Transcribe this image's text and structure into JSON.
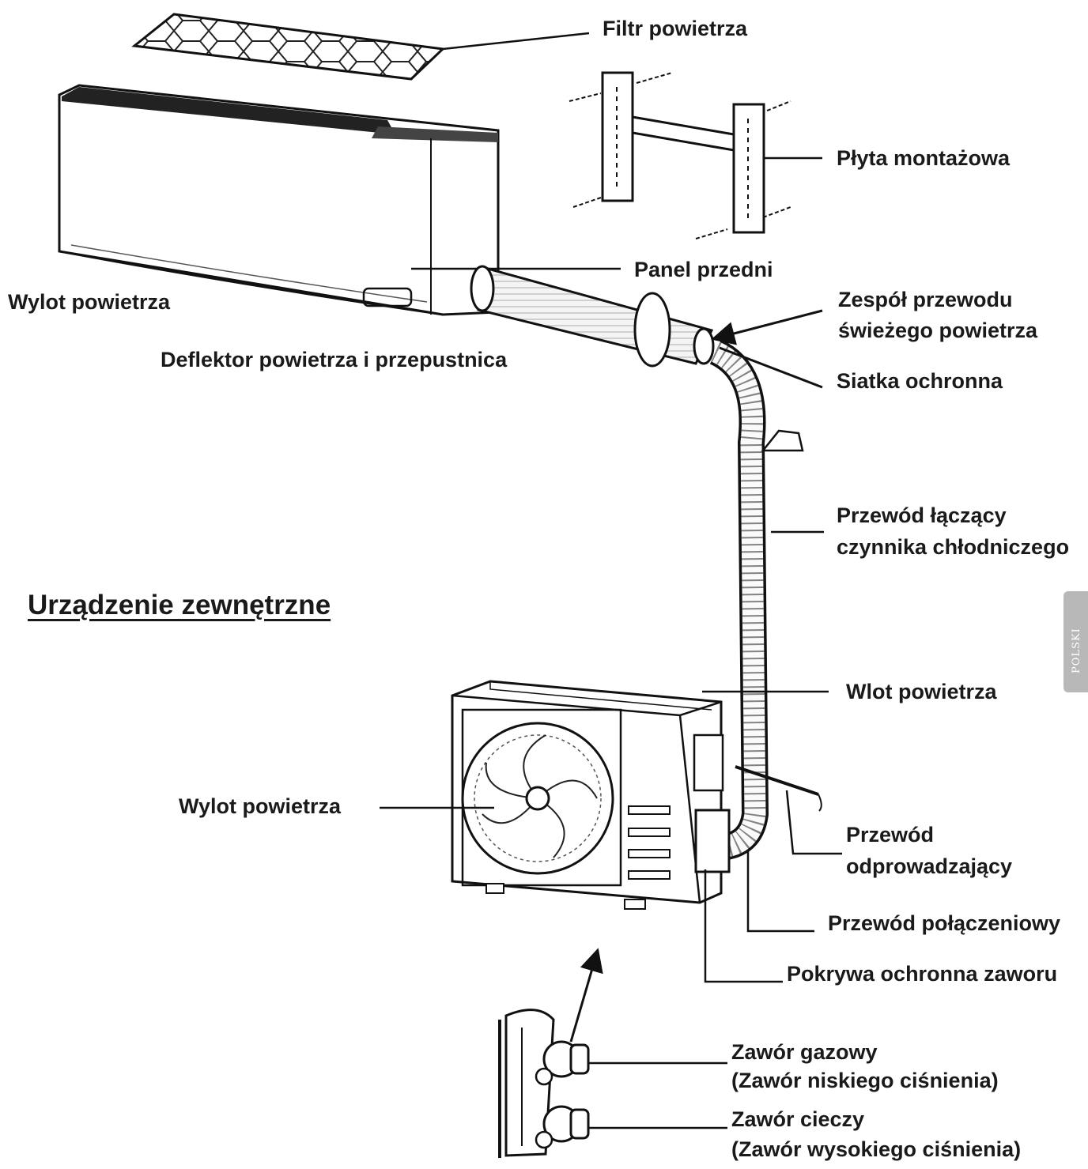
{
  "heading": "Urządzenie zewnętrzne",
  "labels": {
    "air_filter": "Filtr powietrza",
    "mounting_plate": "Płyta montażowa",
    "front_panel": "Panel przedni",
    "indoor_air_outlet": "Wylot powietrza",
    "fresh_air_assembly_line1": "Zespół przewodu",
    "fresh_air_assembly_line2": "świeżego powietrza",
    "air_deflector": "Deflektor powietrza i przepustnica",
    "protective_mesh": "Siatka ochronna",
    "refrigerant_pipe_line1": "Przewód łączący",
    "refrigerant_pipe_line2": "czynnika chłodniczego",
    "air_inlet": "Wlot powietrza",
    "outdoor_air_outlet": "Wylot powietrza",
    "drain_hose_line1": "Przewód",
    "drain_hose_line2": "odprowadzający",
    "connecting_cable": "Przewód połączeniowy",
    "valve_cover": "Pokrywa ochronna zaworu",
    "gas_valve_line1": "Zawór gazowy",
    "gas_valve_line2": "(Zawór niskiego ciśnienia)",
    "liquid_valve_line1": "Zawór cieczy",
    "liquid_valve_line2": "(Zawór wysokiego ciśnienia)"
  },
  "side_tab": "POLSKI"
}
